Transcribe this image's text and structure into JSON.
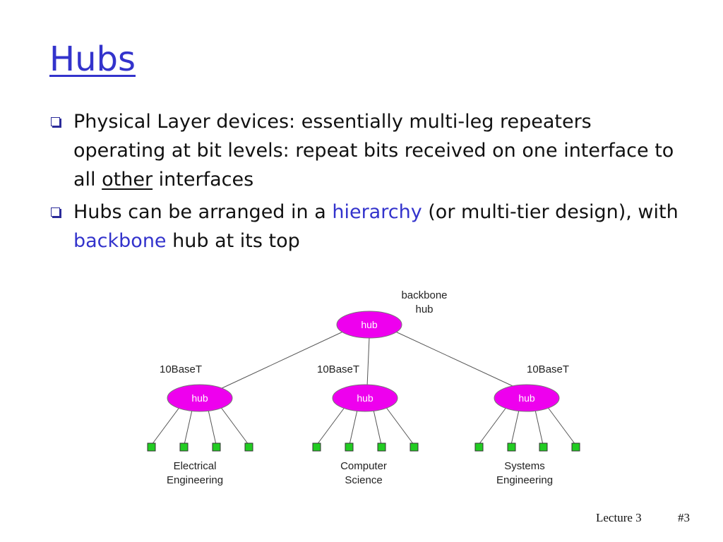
{
  "slide": {
    "title": "Hubs",
    "bullets": [
      {
        "line1": "Physical Layer devices: essentially multi-leg repeaters operating at bit levels: repeat bits received on one interface to all ",
        "emph": "other",
        "line2": " interfaces"
      },
      {
        "part1": "Hubs can be arranged in a ",
        "hl1": "hierarchy",
        "part2": " (or multi-tier design), with ",
        "hl2": "backbone",
        "part3": " hub at its top"
      }
    ]
  },
  "diagram": {
    "backbone_label_1": "backbone",
    "backbone_label_2": "hub",
    "hub_label": "hub",
    "link_labels": [
      "10BaseT",
      "10BaseT",
      "10BaseT"
    ],
    "departments": [
      {
        "line1": "Electrical",
        "line2": "Engineering"
      },
      {
        "line1": "Computer",
        "line2": "Science"
      },
      {
        "line1": "Systems",
        "line2": "Engineering"
      }
    ]
  },
  "colors": {
    "title": "#3333cc",
    "highlight": "#3333cc",
    "hub_fill": "#ee00ee",
    "host_fill": "#22cc22"
  },
  "footer": {
    "lecture": "Lecture 3",
    "slide_number": "#3"
  }
}
